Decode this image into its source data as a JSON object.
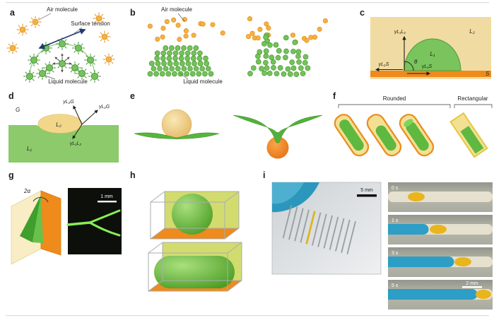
{
  "figure": {
    "background": "#ffffff"
  },
  "colors": {
    "liquid_green": "#74c25c",
    "substrate_orange": "#ef8a1d",
    "air_molecule_orange": "#f4b243",
    "panel_yellow": "#f0dca2",
    "arrow_navy": "#1e3a6e",
    "dye_blue": "#2d9ec6",
    "dye_yellow": "#e9b51d"
  },
  "panels": {
    "a": {
      "label": "a",
      "air_molecule": "Air molecule",
      "surface_tension": "Surface tension",
      "liquid_molecule": "Liquid molecule"
    },
    "b": {
      "label": "b",
      "air_molecule": "Air molecule",
      "liquid_molecule": "Liquid molecule"
    },
    "c": {
      "label": "c",
      "region_top": "L₂",
      "region_drop": "L₁",
      "substrate": "S",
      "contact_angle": "θ",
      "gamma_l1l2": "γL₁L₂",
      "gamma_l2s": "γL₂S",
      "gamma_l1s": "γL₁S"
    },
    "d": {
      "label": "d",
      "gas": "G",
      "drop": "L₂",
      "liquid": "L₁",
      "gamma_l2g": "γL₂G",
      "gamma_l1g": "γL₁G",
      "gamma_l1l2": "γL₁L₂"
    },
    "e": {
      "label": "e"
    },
    "f": {
      "label": "f",
      "rounded": "Rounded",
      "rectangular": "Rectangular"
    },
    "g": {
      "label": "g",
      "wedge_angle": "2α",
      "scale_bar": "1 mm"
    },
    "h": {
      "label": "h"
    },
    "i": {
      "label": "i",
      "scale_bar_photo": "5 mm",
      "scale_bar_strip": "2 mm",
      "timestamps": [
        "0 s",
        "1 s",
        "3 s",
        "5 s"
      ]
    }
  }
}
